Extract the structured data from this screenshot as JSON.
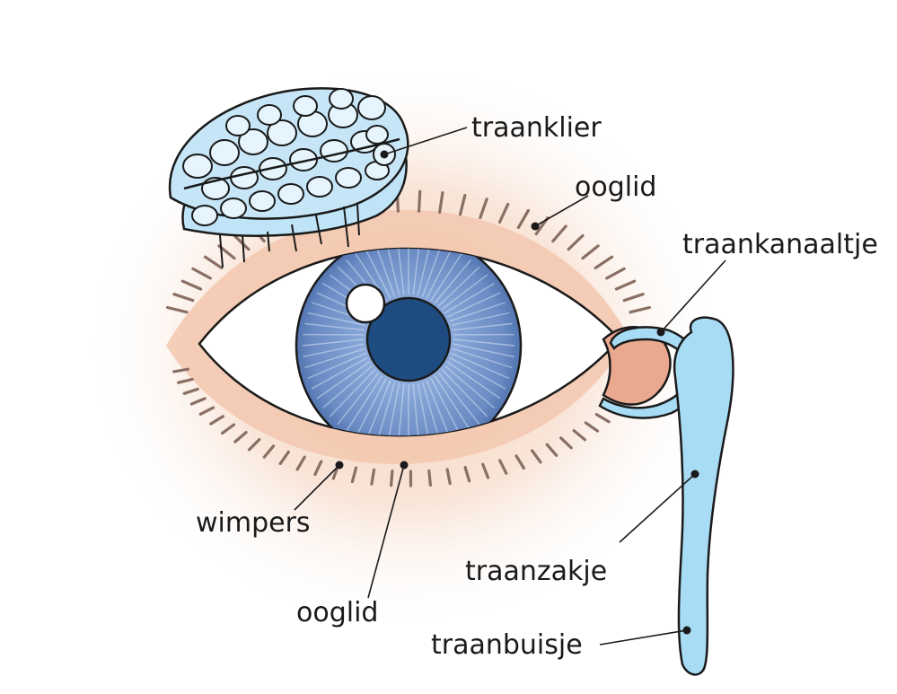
{
  "labels": {
    "traanklier": "traanklier",
    "ooglid_top": "ooglid",
    "traankanaaltje": "traankanaaltje",
    "wimpers": "wimpers",
    "ooglid_bottom": "ooglid",
    "traanzakje": "traanzakje",
    "traanbuisje": "traanbuisje"
  },
  "colors": {
    "skin_glow": "#f6dccb",
    "eyelid": "#f2c9b1",
    "caruncle": "#eaa990",
    "lash": "#8a6f63",
    "iris": "#6f8fc4",
    "iris_dark": "#4a6aa6",
    "pupil": "#1f4c80",
    "gland": "#bfe3f7",
    "duct": "#9fd6f2",
    "outline": "#1a1a1a"
  }
}
